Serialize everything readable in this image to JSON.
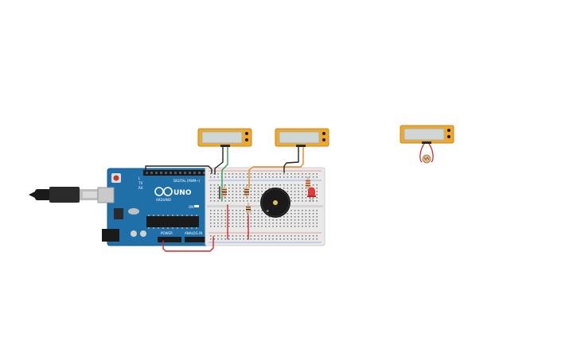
{
  "board": {
    "brand": "UNO",
    "sub_brand": "ARDUINO",
    "header_digital": "DIGITAL (PWM~)",
    "header_power": "POWER",
    "header_analog": "ANALOG IN",
    "tx_label": "TX",
    "rx_label": "RX",
    "on_label": "ON",
    "l_label": "L"
  },
  "colors": {
    "board_blue": "#1f6fa8",
    "breadboard": "#e9e9e9",
    "lcd_frame": "#f0a72a",
    "lcd_screen": "#cfd6d4",
    "wire_black": "#222222",
    "wire_green": "#2ea043",
    "wire_orange": "#e08a1e",
    "wire_red": "#d62828",
    "led_red": "#e03a3a",
    "buzzer": "#1a1a1a"
  },
  "components": [
    "arduino-uno",
    "usb-cable",
    "breadboard",
    "lcd-module-1",
    "lcd-module-2",
    "lcd-module-3",
    "piezo-buzzer",
    "red-led",
    "resistor",
    "photoresistor"
  ]
}
